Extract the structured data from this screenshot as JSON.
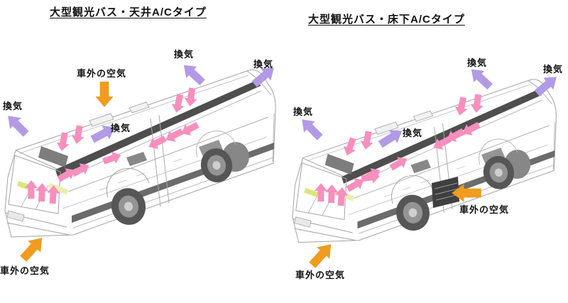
{
  "figure": {
    "panels": [
      {
        "title": "大型観光バス・天井A/Cタイプ",
        "ac_type_name": "ceiling-ac"
      },
      {
        "title": "大型観光バス・床下A/Cタイプ",
        "ac_type_name": "underfloor-ac"
      }
    ],
    "labels": {
      "ventilation": "換気",
      "outside_air": "車外の空気"
    },
    "colors": {
      "ventilation_arrow": "#b29ae6",
      "interior_airflow_arrow": "#f78fbe",
      "outside_air_arrow": "#f09c1e",
      "wireframe_line": "#a2a2a2",
      "dark_accent": "#4e4e4e",
      "text": "#111111",
      "background": "#ffffff"
    }
  }
}
